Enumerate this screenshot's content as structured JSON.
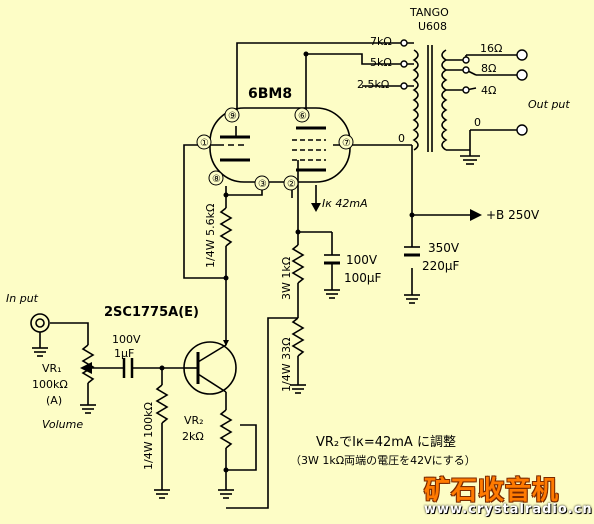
{
  "tube": {
    "name": "6BM8",
    "pins": {
      "p1": "①",
      "p2": "②",
      "p3": "③",
      "p6": "⑥",
      "p7": "⑦",
      "p8": "⑧",
      "p9": "⑨"
    }
  },
  "transformer": {
    "brand": "TANGO",
    "model": "U608",
    "primary_taps": [
      "7kΩ",
      "5kΩ",
      "2.5kΩ",
      "0"
    ],
    "secondary_taps": [
      "16Ω",
      "8Ω",
      "4Ω",
      "0"
    ],
    "output_label": "Out put"
  },
  "transistor": {
    "name": "2SC1775A(E)"
  },
  "input": {
    "label": "In put"
  },
  "components": {
    "vr1": {
      "name": "VR₁",
      "value": "100kΩ",
      "note": "(A)",
      "label": "Volume"
    },
    "c_in": {
      "voltage": "100V",
      "value": "1μF"
    },
    "r_grid": "1/4W 5.6kΩ",
    "r_base": "1/4W 100kΩ",
    "vr2": {
      "name": "VR₂",
      "value": "2kΩ"
    },
    "r_cathode1": "3W 1kΩ",
    "r_cathode2": "1/4W 33Ω",
    "c_cathode": {
      "voltage": "100V",
      "value": "100μF"
    },
    "c_supply": {
      "voltage": "350V",
      "value": "220μF"
    },
    "ik": "Iк 42mA",
    "b_plus": "+B 250V"
  },
  "note": {
    "line1": "VR₂でIк=42mA に調整",
    "line2": "（3W 1kΩ両端の電圧を42Vにする）"
  },
  "watermark": {
    "brand": "矿石收音机",
    "site": "www.crystalradio.cn"
  },
  "colors": {
    "background": "#fdfdc6",
    "wire": "#000000",
    "watermark": "#ff7a00"
  }
}
